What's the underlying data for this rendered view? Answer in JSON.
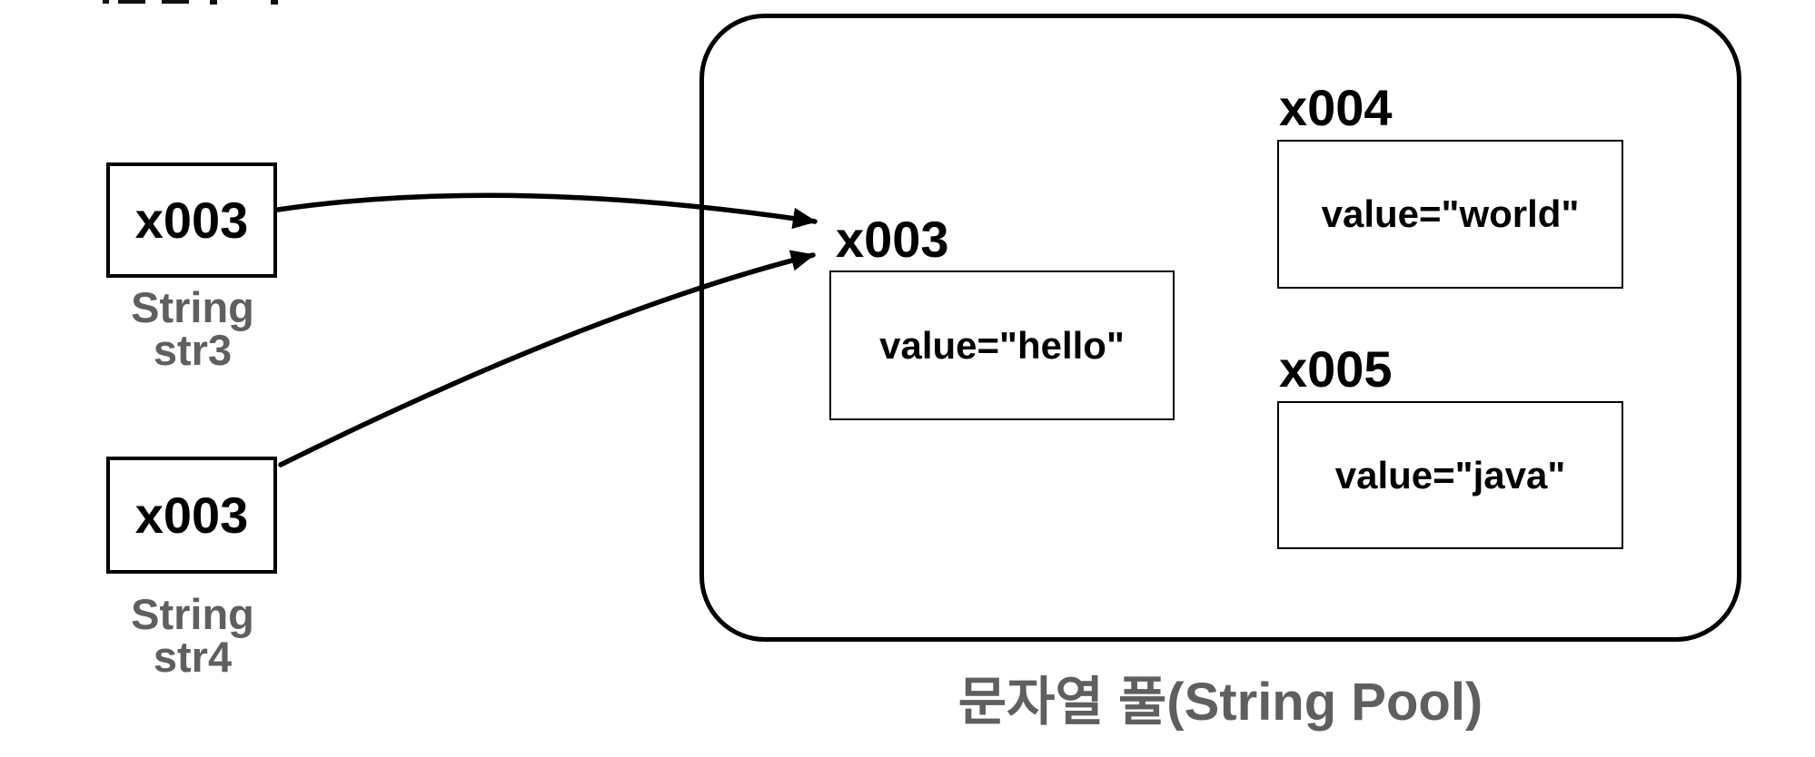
{
  "references": [
    {
      "address": "x003",
      "caption": "String str3"
    },
    {
      "address": "x003",
      "caption": "String str4"
    }
  ],
  "pool": {
    "caption": "문자열 풀(String Pool)",
    "entries": [
      {
        "address": "x003",
        "value": "value=\"hello\""
      },
      {
        "address": "x004",
        "value": "value=\"world\""
      },
      {
        "address": "x005",
        "value": "value=\"java\""
      }
    ]
  },
  "arrows": [
    {
      "from": "String str3",
      "to": "x003"
    },
    {
      "from": "String str4",
      "to": "x003"
    }
  ],
  "colors": {
    "line": "#000000",
    "caption_gray": "#5f5f5f",
    "background": "#ffffff"
  }
}
